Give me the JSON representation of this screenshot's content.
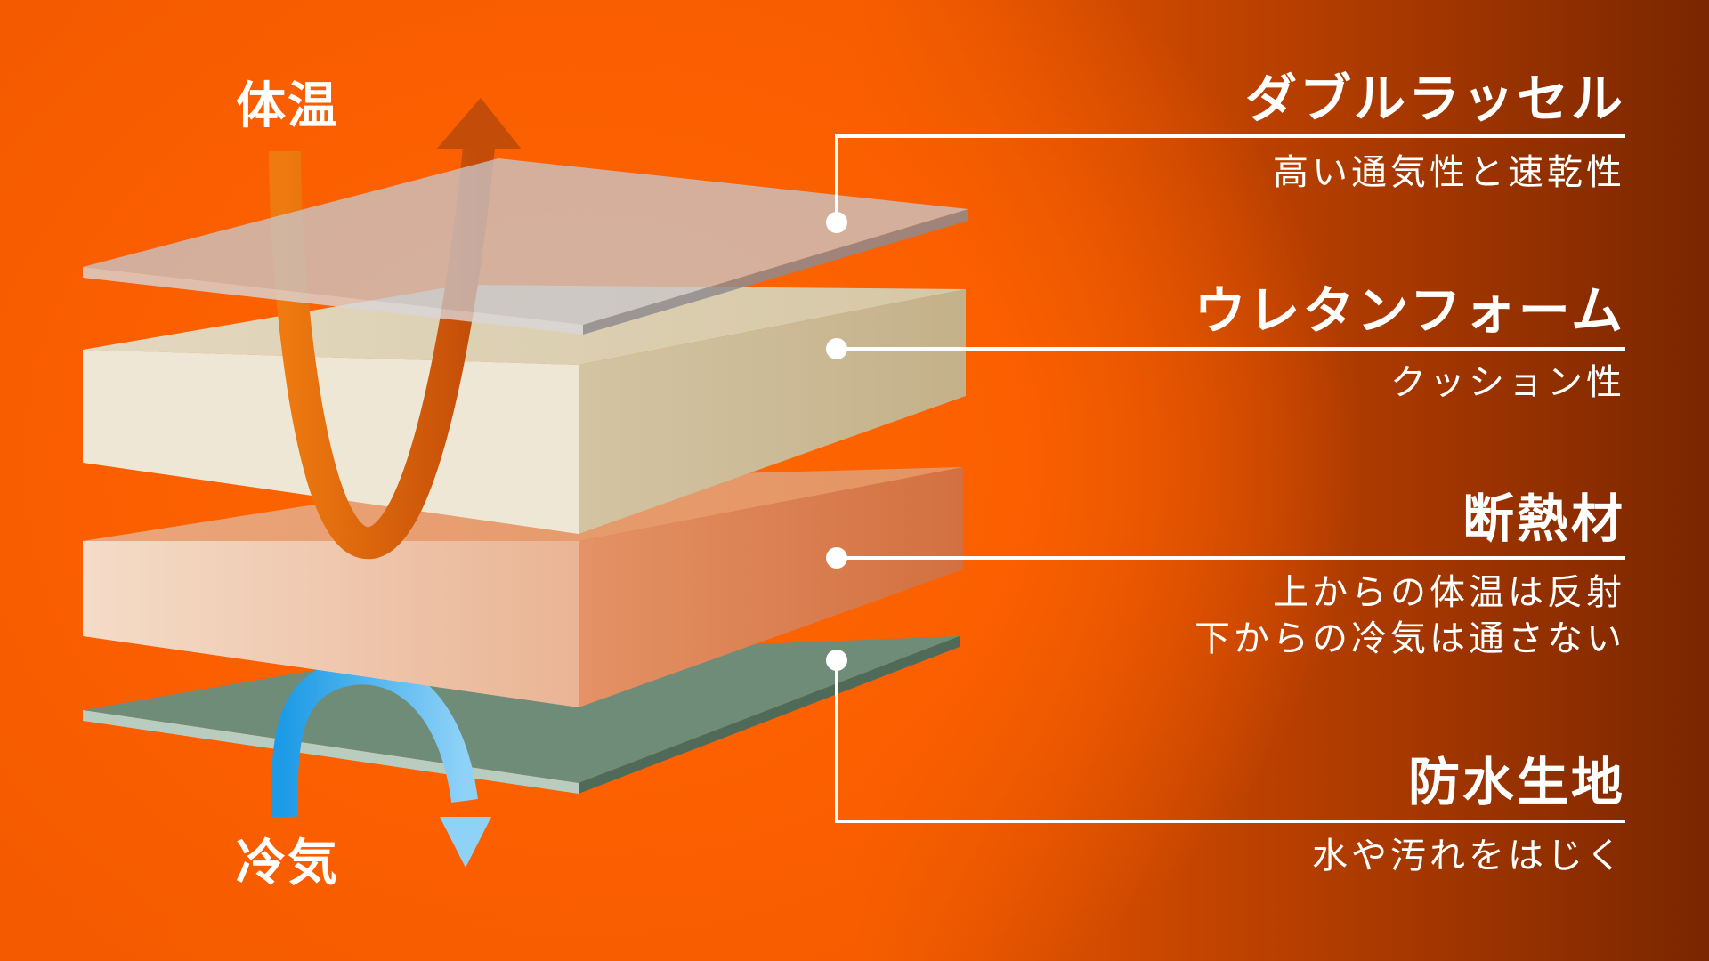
{
  "flow": {
    "warm_label": "体温",
    "cold_label": "冷気"
  },
  "layers": [
    {
      "title": "ダブルラッセル",
      "desc_lines": [
        "高い通気性と速乾性"
      ]
    },
    {
      "title": "ウレタンフォーム",
      "desc_lines": [
        "クッション性"
      ]
    },
    {
      "title": "断熱材",
      "desc_lines": [
        "上からの体温は反射",
        "下からの冷気は通さない"
      ]
    },
    {
      "title": "防水生地",
      "desc_lines": [
        "水や汚れをはじく"
      ]
    }
  ],
  "colors": {
    "background_orange": "#f45a00",
    "background_dark": "#7a2600",
    "mesh_layer": "#b8b4b4",
    "foam_layer": "#e8dcc4",
    "insulation_layer": "#e9a77c",
    "waterproof_layer": "#6e8c78",
    "warm_arrow": "#e06510",
    "cold_arrow": "#52b6ee",
    "callout_line": "#ffffff"
  }
}
